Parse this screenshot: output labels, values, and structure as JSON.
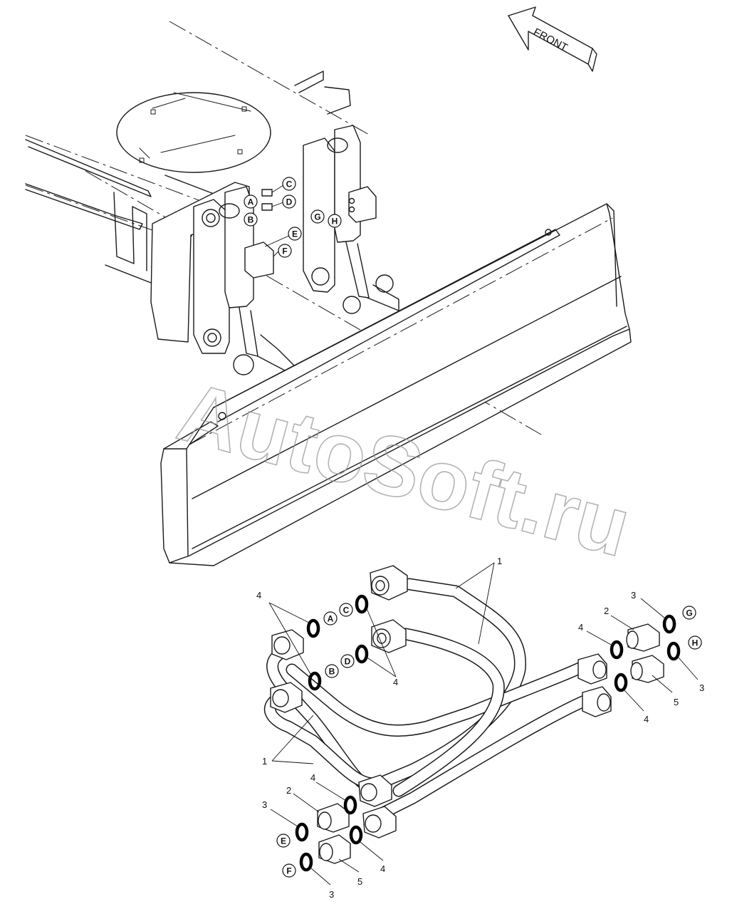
{
  "front_label": "FRONT",
  "watermark": "AutoSoft.ru",
  "ports": {
    "A": "A",
    "B": "B",
    "C": "C",
    "D": "D",
    "E": "E",
    "F": "F",
    "G": "G",
    "H": "H"
  },
  "part_numbers": {
    "hose": "1",
    "elbow_adapter": "2",
    "oring_small": "3",
    "oring_large": "4",
    "straight_adapter": "5"
  }
}
